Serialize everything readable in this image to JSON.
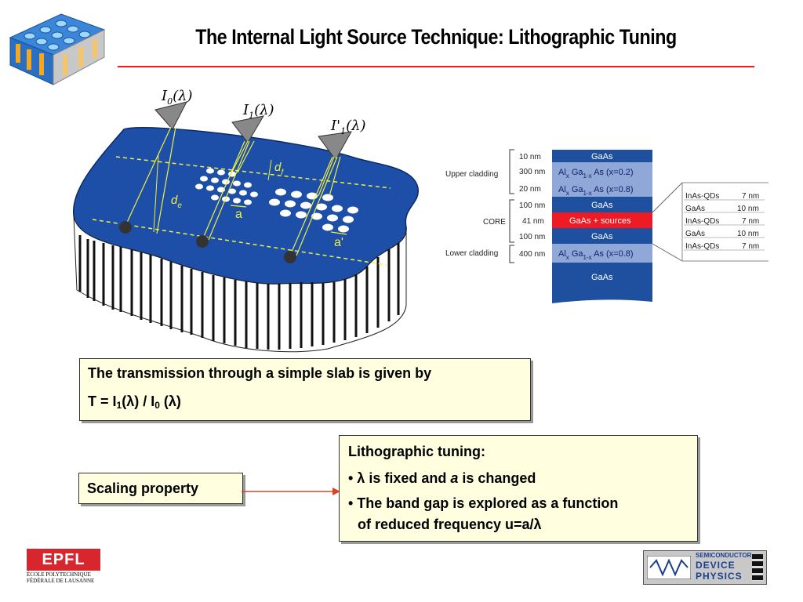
{
  "slide": {
    "title": "The Internal Light Source Technique: Lithographic Tuning"
  },
  "figure_left": {
    "beam_labels": {
      "i0": "I",
      "i0_sub": "0",
      "i0_arg": "(λ)",
      "i1": "I",
      "i1_sub": "1",
      "i1_arg": "(λ)",
      "i1p": "I'",
      "i1p_sub": "1",
      "i1p_arg": "(λ)"
    },
    "dim_labels": {
      "de": "d",
      "de_sub": "e",
      "df": "d",
      "df_sub": "f",
      "a": "a",
      "ap": "a'"
    }
  },
  "stack": {
    "group_labels": [
      "Upper cladding",
      "CORE",
      "Lower cladding"
    ],
    "layers": [
      {
        "thickness": "10 nm",
        "material": "GaAs"
      },
      {
        "thickness": "300 nm",
        "material": "Al",
        "sub1": "x",
        "mid": " Ga",
        "sub2": "1-x",
        "tail": " As  (x=0.2)"
      },
      {
        "thickness": "20 nm",
        "material": "Al",
        "sub1": "x",
        "mid": " Ga",
        "sub2": "1-x",
        "tail": " As  (x=0.8)"
      },
      {
        "thickness": "100 nm",
        "material": "GaAs"
      },
      {
        "thickness": "41 nm",
        "material": "GaAs + sources"
      },
      {
        "thickness": "100 nm",
        "material": "GaAs"
      },
      {
        "thickness": "400 nm",
        "material": "Al",
        "sub1": "x",
        "mid": " Ga",
        "sub2": "1-x",
        "tail": " As  (x=0.8)"
      },
      {
        "thickness": "",
        "material": "GaAs"
      }
    ],
    "core_detail": [
      {
        "material": "InAs-QDs",
        "thickness": "7 nm"
      },
      {
        "material": "GaAs",
        "thickness": "10 nm"
      },
      {
        "material": "InAs-QDs",
        "thickness": "7 nm"
      },
      {
        "material": "GaAs",
        "thickness": "10 nm"
      },
      {
        "material": "InAs-QDs",
        "thickness": "7 nm"
      }
    ],
    "colors": {
      "dark": "#1f4f9f",
      "light": "#8fa8d8",
      "core": "#ee1b24"
    }
  },
  "transmission_box": {
    "line1": "The transmission through a simple slab is given by",
    "t_prefix": "T = I",
    "t_sub1": "1",
    "t_mid": "(λ) / I",
    "t_sub0": "0",
    "t_end": " (λ)"
  },
  "scaling_box": {
    "label": "Scaling property"
  },
  "litho_box": {
    "heading": "Lithographic tuning:",
    "b1_pre": "• λ is fixed and ",
    "b1_italic": "a",
    "b1_post": " is changed",
    "b2_line1": "• The band gap is explored as a function",
    "b2_line2": "of reduced frequency u=a/λ"
  },
  "logos": {
    "epfl_mark": "EPFL",
    "epfl_line1": "ÉCOLE POLYTECHNIQUE",
    "epfl_line2": "FÉDÉRALE DE LAUSANNE",
    "sdp_line1": "SEMICONDUCTOR",
    "sdp_line2": "DEVICE",
    "sdp_line3": "PHYSICS"
  }
}
